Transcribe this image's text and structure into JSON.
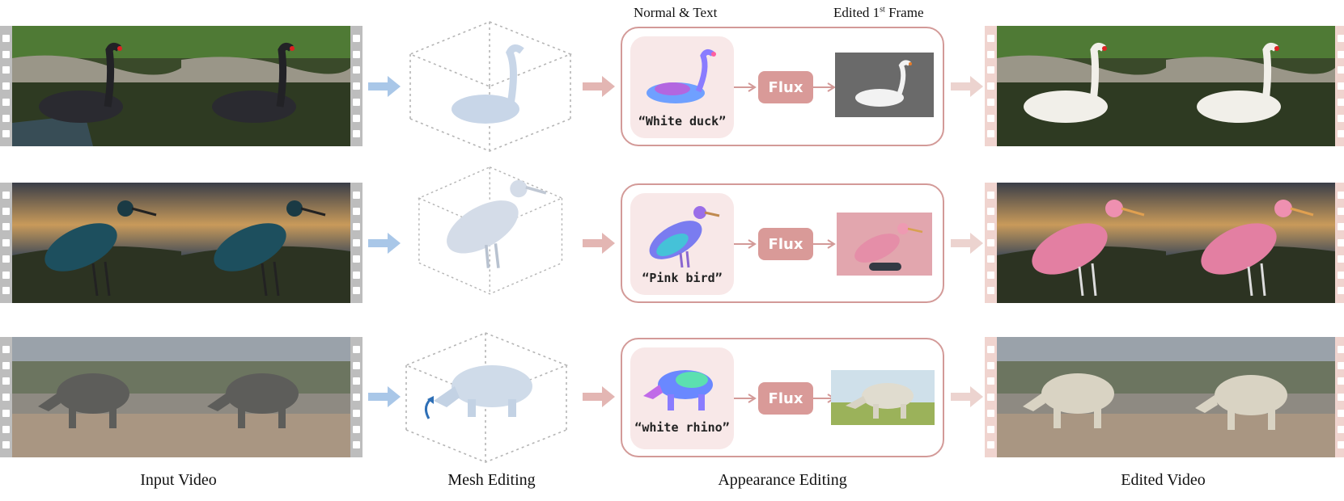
{
  "header": {
    "normal_text": "Normal & Text",
    "edited_frame": "Edited 1",
    "edited_frame_sup": "st",
    "edited_frame_tail": " Frame"
  },
  "captions": {
    "input": "Input Video",
    "mesh": "Mesh Editing",
    "appearance": "Appearance Editing",
    "edited": "Edited Video"
  },
  "rows": [
    {
      "prompt": "“White duck”",
      "flux": "Flux"
    },
    {
      "prompt": "“Pink bird”",
      "flux": "Flux"
    },
    {
      "prompt": "“white rhino”",
      "flux": "Flux"
    }
  ],
  "colors": {
    "input_strip": "#bdbdbd",
    "output_strip": "#f0d4cf",
    "blue_arrow": "#a9c7e8",
    "pink_arrow": "#e3b6b3",
    "panel_border": "#d39a98",
    "flux_box": "#d99a98"
  },
  "icons": [
    "film-strip-icon",
    "arrow-right-icon",
    "wireframe-cube-icon",
    "rotate-arrow-icon"
  ]
}
